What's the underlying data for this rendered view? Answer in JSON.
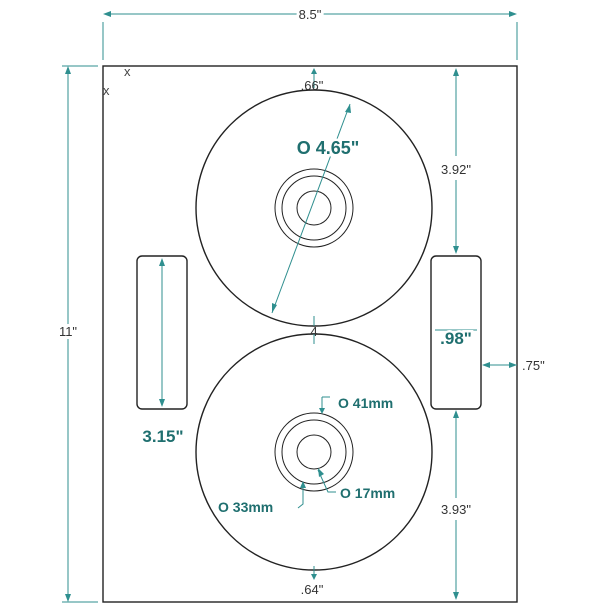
{
  "dimensions": {
    "sheet_width": "8.5\"",
    "sheet_height": "11\"",
    "top_margin": ".66\"",
    "disc_diameter": "O 4.65\"",
    "right_top_dist": "3.92\"",
    "disc_gap": "4",
    "tab_width": ".98\"",
    "right_margin": ".75\"",
    "tab_height": "3.15\"",
    "hole_outer": "O 41mm",
    "hole_inner": "O 17mm",
    "hole_mid": "O 33mm",
    "right_bottom_dist": "3.93\"",
    "bottom_margin": ".64\""
  },
  "marks": {
    "corner_mark": "x"
  },
  "colors": {
    "dimension": "#2f8f8f",
    "outline": "#222222",
    "emphasis": "#1f6f6f"
  }
}
